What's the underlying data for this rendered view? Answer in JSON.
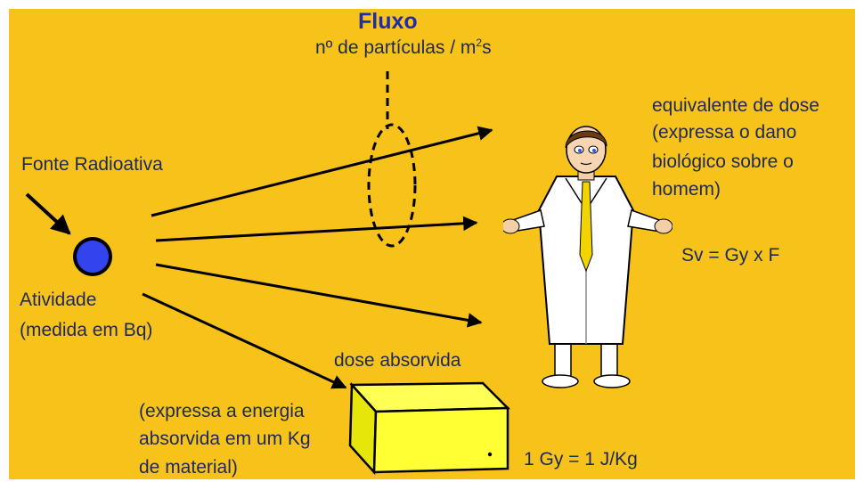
{
  "flux": {
    "title": "Fluxo",
    "unit_prefix": "nº de partículas / m",
    "unit_sup": "2",
    "unit_suffix": "s"
  },
  "source": {
    "label": "Fonte Radioativa",
    "activity_line1": "Atividade",
    "activity_line2": "(medida em Bq)"
  },
  "equivalent_dose": {
    "line1": "equivalente de dose",
    "line2": "(expressa o dano",
    "line3": "biológico sobre o",
    "line4": "homem)",
    "formula": "Sv = Gy x F"
  },
  "absorbed_dose": {
    "label": "dose absorvida",
    "line1": "(expressa a energia",
    "line2": "absorvida em um Kg",
    "line3": "de material)",
    "formula": "1 Gy =  1 J/Kg"
  },
  "colors": {
    "background": "#F7C21A",
    "text": "#1e2a55",
    "title": "#1f2da8",
    "source_circle": "#3344ee",
    "block": "#FFFF33"
  }
}
